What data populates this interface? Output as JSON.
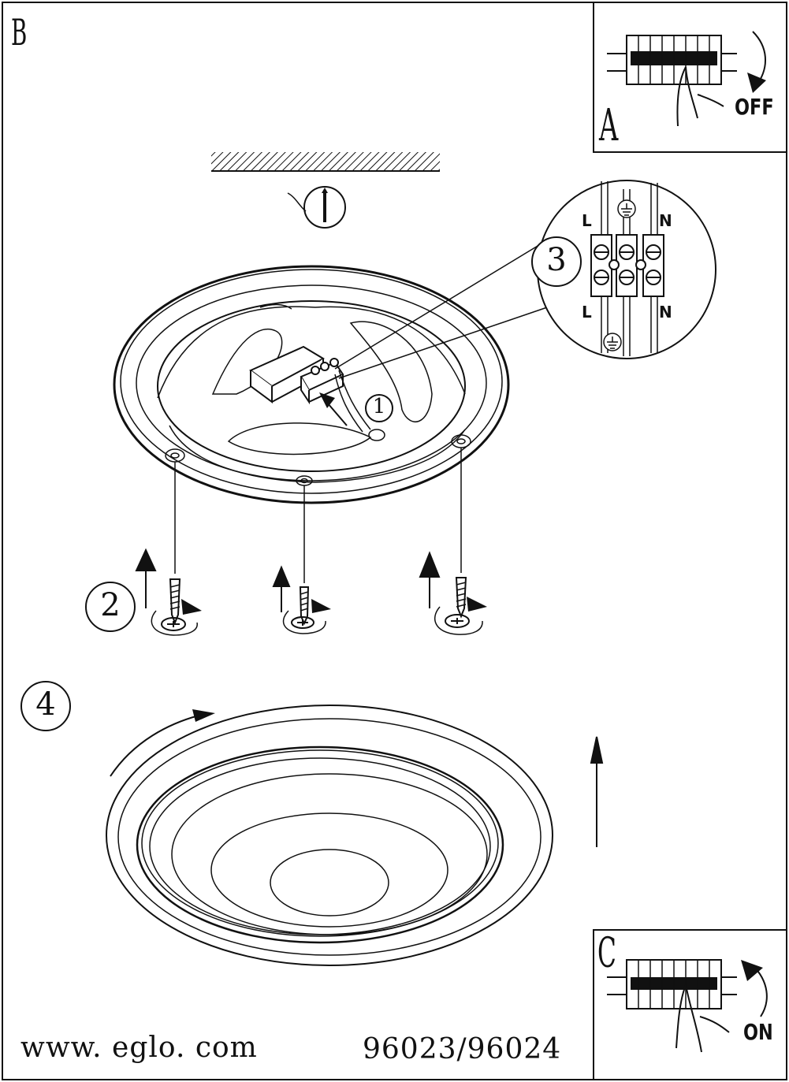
{
  "panels": {
    "main": {
      "letter": "B"
    },
    "switch_off": {
      "letter": "A",
      "state_label": "OFF"
    },
    "switch_on": {
      "letter": "C",
      "state_label": "ON"
    }
  },
  "steps": [
    "1",
    "2",
    "3",
    "4"
  ],
  "terminals": {
    "live": "L",
    "neutral": "N",
    "earth_symbol": "earth-ground-icon"
  },
  "footer": {
    "website": "www. eglo. com",
    "model": "96023/96024"
  },
  "colors": {
    "ink": "#111111",
    "paper": "#ffffff"
  }
}
